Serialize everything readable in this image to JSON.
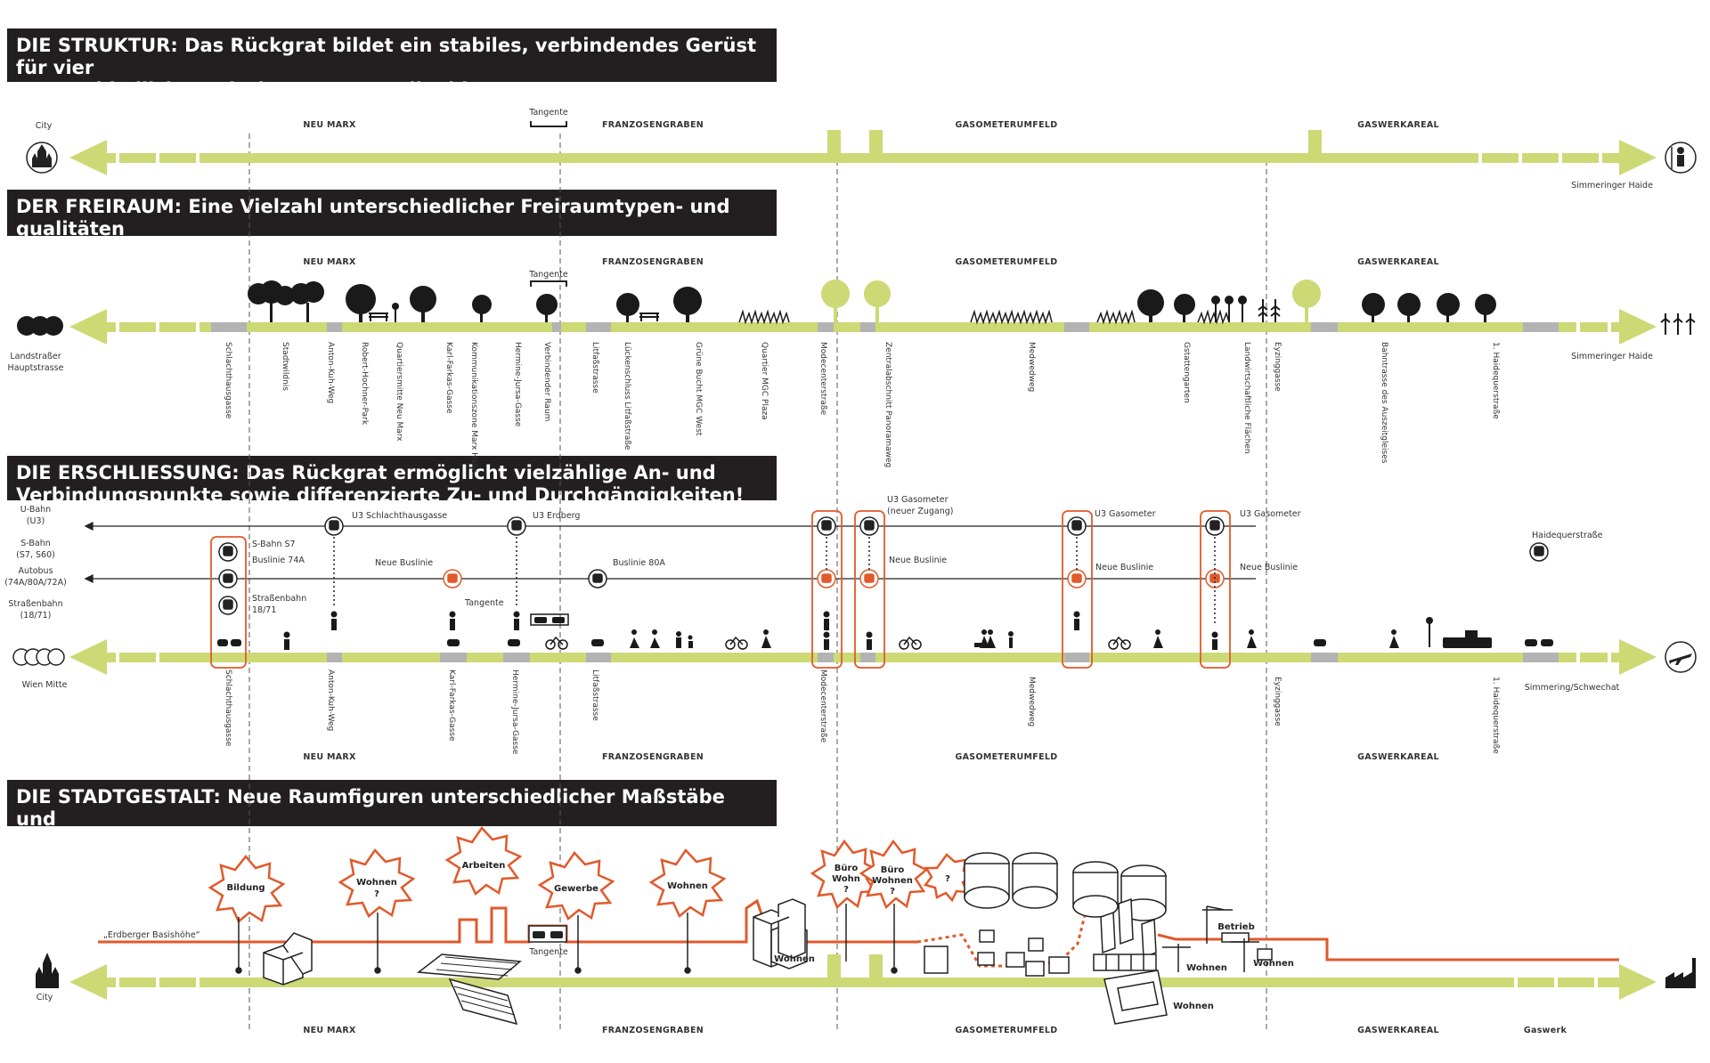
{
  "sections": {
    "struktur": {
      "title_line1": "DIE STRUKTUR: Das Rückgrat bildet ein stabiles, verbindendes Gerüst für vier",
      "title_line2": "unterschiedliche, sehr heterogene Teilgebiete!"
    },
    "freiraum": {
      "title_line1": "DER FREIRAUM: Eine Vielzahl unterschiedlicher Freiraumtypen- und qualitäten",
      "title_line2": "bilden die Glieder eines grünen Korridors!"
    },
    "erschliessung": {
      "title_line1": "DIE ERSCHLIESSUNG: Das Rückgrat ermöglicht vielzählige An- und",
      "title_line2": "Verbindungspunkte sowie differenzierte Zu- und Durchgängigkeiten!"
    },
    "stadtgestalt": {
      "title_line1": "DIE STADTGESTALT: Neue Raumfiguren unterschiedlicher Maßstäbe und",
      "title_line2": "Nutzungsprofile entlang des Bandes prägen das Stadtgebiet!"
    }
  },
  "zones": [
    "NEU MARX",
    "FRANZOSENGRABEN",
    "GASOMETERUMFELD",
    "GASWERKAREAL"
  ],
  "struktur": {
    "left_label": "City",
    "right_label": "Simmeringer Haide",
    "tangente": "Tangente"
  },
  "freiraum": {
    "left_label_1": "Landstraßer",
    "left_label_2": "Hauptstrasse",
    "right_label": "Simmeringer Haide",
    "tangente": "Tangente",
    "places": [
      "Schlachthausgasse",
      "Stadtwildnis",
      "Anton-Kuh-Weg",
      "Robert-Hochner-Park",
      "Quartiersmitte Neu Marx",
      "Karl-Farkas-Gasse",
      "Kommunikationszone Marx Halle",
      "Hermine-Jursa-Gasse",
      "Verbindender Raum",
      "Litfaßstrasse",
      "Lückenschluss Litfaßstraße",
      "Grüne Bucht MGC West",
      "Quartier MGC Plaza",
      "Modecenterstraße",
      "Zentralabschnitt Panoramaweg",
      "Medwedweg",
      "Gstattengarten",
      "Landwirtschaftliche Flächen",
      "Eyzinggasse",
      "Bahntrasse des Auszeitgleises",
      "1. Haidequerstraße"
    ]
  },
  "erschliessung": {
    "legend": [
      "U-Bahn",
      "(U3)",
      "S-Bahn",
      "(S7, S60)",
      "Autobus",
      "(74A/80A/72A)",
      "Straßenbahn",
      "(18/71)"
    ],
    "left_label": "Wien Mitte",
    "right_label": "Simmering/Schwechat",
    "stations": [
      "U3 Schlachthausgasse",
      "U3 Erdberg",
      "U3 Gasometer",
      "(neuer Zugang)",
      "U3 Gasometer",
      "U3 Gasometer"
    ],
    "labels": [
      "S-Bahn S7",
      "Buslinie 74A",
      "Straßenbahn",
      "18/71",
      "Neue Buslinie",
      "Tangente",
      "Buslinie 80A",
      "Neue Buslinie",
      "Neue Buslinie",
      "Neue Buslinie",
      "Haidequerstraße"
    ],
    "streets": [
      "Schlachthausgasse",
      "Anton-Kuh-Weg",
      "Karl-Farkas-Gasse",
      "Hermine-Jursa-Gasse",
      "Litfaßstrasse",
      "Modecenterstraße",
      "Medwedweg",
      "Eyzinggasse",
      "1. Haidequerstraße"
    ]
  },
  "stadtgestalt": {
    "ground_label": "„Erdberger Basishöhe“",
    "left_label": "City",
    "right_label": "Gaswerk",
    "tangente": "Tangente",
    "bursts": [
      "Bildung",
      "Wohnen",
      "?",
      "Arbeiten",
      "Gewerbe",
      "Wohnen",
      "Büro",
      "Wohn",
      "?",
      "Büro",
      "Wohnen",
      "?",
      "?"
    ],
    "labels": [
      "Wohnen",
      "Betrieb",
      "Wohnen",
      "Wohnen",
      "Wohnen"
    ]
  }
}
